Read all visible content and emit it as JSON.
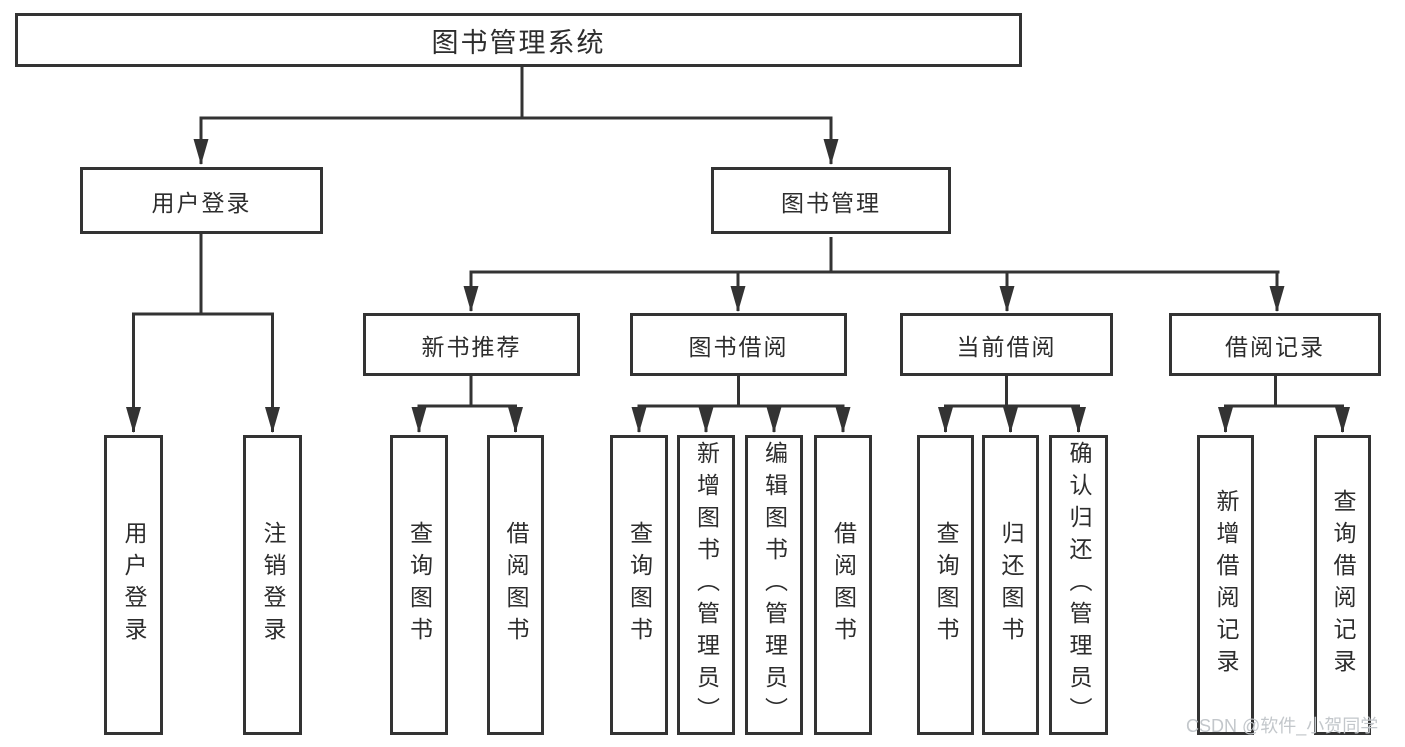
{
  "diagram_type": "tree-structure-chart",
  "root": {
    "id": "library-system",
    "label": "图书管理系统"
  },
  "level2": [
    {
      "id": "user-login",
      "label": "用户登录",
      "parent": "library-system"
    },
    {
      "id": "book-management",
      "label": "图书管理",
      "parent": "library-system"
    }
  ],
  "level3": [
    {
      "id": "new-book-recommendation",
      "label": "新书推荐",
      "parent": "book-management"
    },
    {
      "id": "book-borrowing",
      "label": "图书借阅",
      "parent": "book-management"
    },
    {
      "id": "current-borrowing",
      "label": "当前借阅",
      "parent": "book-management"
    },
    {
      "id": "borrowing-records",
      "label": "借阅记录",
      "parent": "book-management"
    }
  ],
  "leaves": [
    {
      "id": "leaf-user-login",
      "label": "用户登录",
      "parent": "user-login"
    },
    {
      "id": "leaf-logout",
      "label": "注销登录",
      "parent": "user-login"
    },
    {
      "id": "leaf-query-books-recommend",
      "label": "查询图书",
      "parent": "new-book-recommendation"
    },
    {
      "id": "leaf-borrow-books-recommend",
      "label": "借阅图书",
      "parent": "new-book-recommendation"
    },
    {
      "id": "leaf-query-books-borrowing",
      "label": "查询图书",
      "parent": "book-borrowing"
    },
    {
      "id": "leaf-add-books-admin",
      "label": "新增图书（管理员）",
      "parent": "book-borrowing"
    },
    {
      "id": "leaf-edit-books-admin",
      "label": "编辑图书（管理员）",
      "parent": "book-borrowing"
    },
    {
      "id": "leaf-borrow-books",
      "label": "借阅图书",
      "parent": "book-borrowing"
    },
    {
      "id": "leaf-query-books-current",
      "label": "查询图书",
      "parent": "current-borrowing"
    },
    {
      "id": "leaf-return-books",
      "label": "归还图书",
      "parent": "current-borrowing"
    },
    {
      "id": "leaf-confirm-return-admin",
      "label": "确认归还（管理员）",
      "parent": "current-borrowing"
    },
    {
      "id": "leaf-add-borrow-record",
      "label": "新增借阅记录",
      "parent": "borrowing-records"
    },
    {
      "id": "leaf-query-borrow-record",
      "label": "查询借阅记录",
      "parent": "borrowing-records"
    }
  ],
  "watermark": {
    "text": "CSDN @软件_小贺同学"
  },
  "colors": {
    "line": "#333333",
    "box_border": "#333333",
    "text": "#2d2d2d",
    "background": "#ffffff",
    "watermark": "#c3c7cb"
  }
}
